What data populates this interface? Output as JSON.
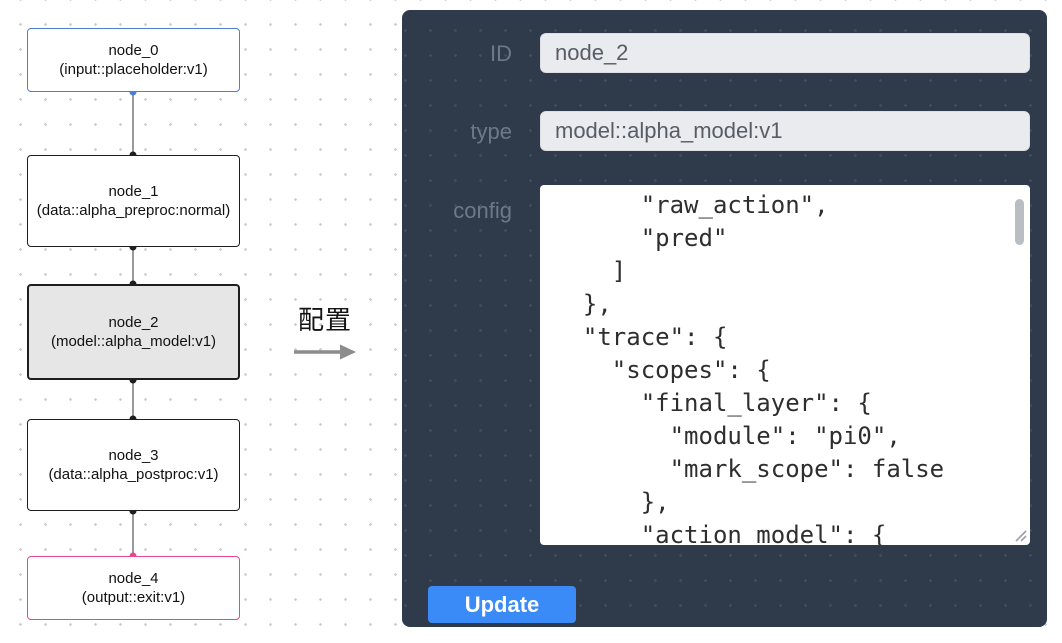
{
  "canvas": {
    "nodes": [
      {
        "label": "node_0",
        "sublabel": "(input::placeholder:v1)"
      },
      {
        "label": "node_1",
        "sublabel": "(data::alpha_preproc:normal)"
      },
      {
        "label": "node_2",
        "sublabel": "(model::alpha_model:v1)"
      },
      {
        "label": "node_3",
        "sublabel": "(data::alpha_postproc:v1)"
      },
      {
        "label": "node_4",
        "sublabel": "(output::exit:v1)"
      }
    ]
  },
  "annotation": {
    "label": "配置"
  },
  "panel": {
    "id_field": {
      "label": "ID",
      "value": "node_2"
    },
    "type_field": {
      "label": "type",
      "value": "model::alpha_model:v1"
    },
    "config_field": {
      "label": "config"
    },
    "config_text": "      \"raw_action\",\n      \"pred\"\n    ]\n  },\n  \"trace\": {\n    \"scopes\": {\n      \"final_layer\": {\n        \"module\": \"pi0\",\n        \"mark_scope\": false\n      },\n      \"action_model\": {",
    "update_label": "Update"
  },
  "colors": {
    "panel_bg": "#2f3a4b",
    "input_node_border": "#4d7fd9",
    "output_node_border": "#e8478f",
    "selected_node_bg": "#e6e6e6",
    "update_button": "#3a8bf7"
  }
}
